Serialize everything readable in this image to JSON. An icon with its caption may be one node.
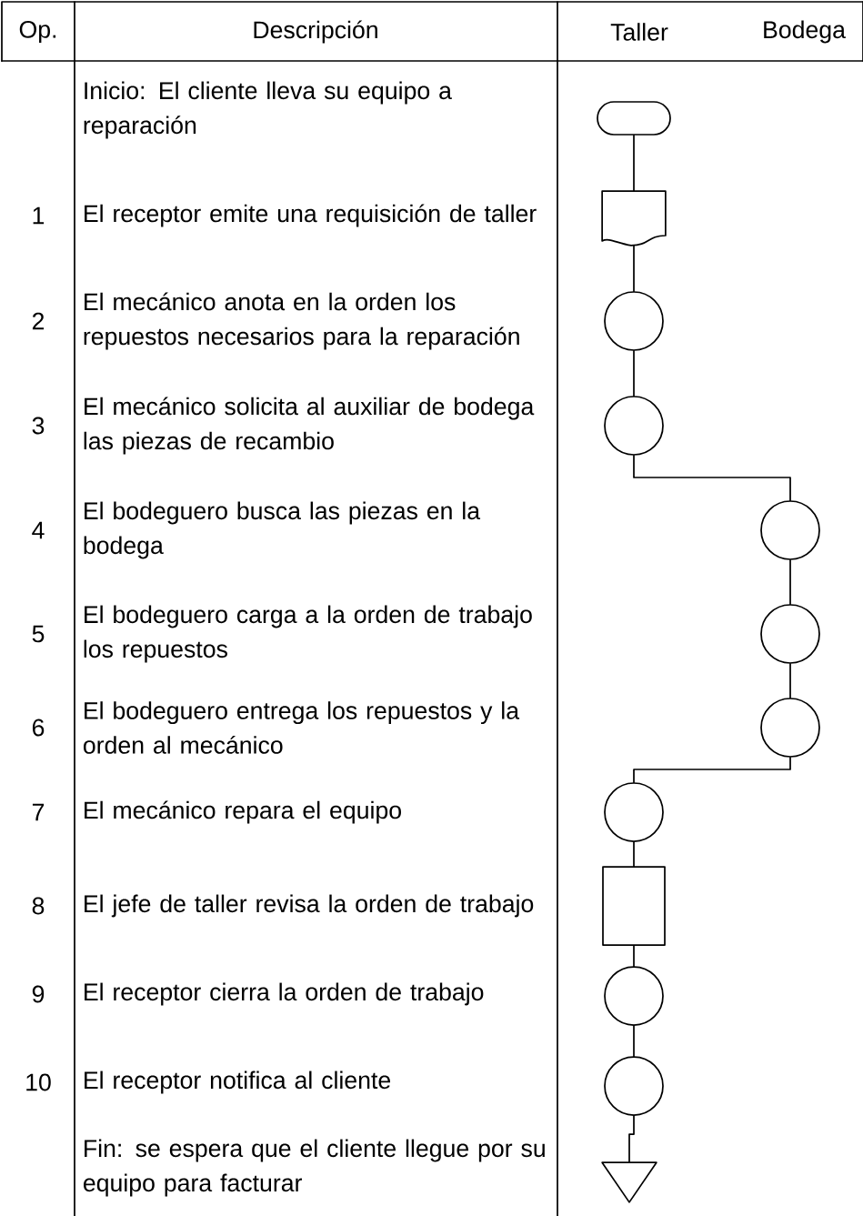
{
  "diagram": {
    "nodes": [
      {
        "text": [],
        "shape": "oval"
      },
      {
        "text": [],
        "shape": "document"
      },
      {
        "text": [],
        "shape": "circle"
      },
      {
        "text": [],
        "shape": "circle"
      },
      {
        "text": [],
        "shape": "circle"
      },
      {
        "text": [],
        "shape": "circle"
      },
      {
        "text": [],
        "shape": "circle"
      },
      {
        "text": [],
        "shape": "circle"
      },
      {
        "text": [],
        "shape": "box"
      },
      {
        "text": [],
        "shape": "circle"
      },
      {
        "text": [],
        "shape": "circle"
      },
      {
        "text": [],
        "shape": "triangle"
      }
    ],
    "edges": [
      {
        "from": 0,
        "to": 1,
        "arrow": "none"
      },
      {
        "from": 1,
        "to": 2,
        "arrow": "none"
      },
      {
        "from": 2,
        "to": 3,
        "arrow": "none"
      },
      {
        "from": 3,
        "to": 4,
        "arrow": "none"
      },
      {
        "from": 4,
        "to": 5,
        "arrow": "none"
      },
      {
        "from": 5,
        "to": 6,
        "arrow": "none"
      },
      {
        "from": 6,
        "to": 7,
        "arrow": "none"
      },
      {
        "from": 7,
        "to": 8,
        "arrow": "none"
      },
      {
        "from": 8,
        "to": 9,
        "arrow": "none"
      },
      {
        "from": 9,
        "to": 10,
        "arrow": "none"
      },
      {
        "from": 10,
        "to": 11,
        "arrow": "none"
      }
    ],
    "labels": [
      "Op.",
      "Descripción",
      "Taller",
      "Bodega",
      "Inicio: El cliente lleva su equipo a reparación",
      "1",
      "El receptor emite una requisición de taller",
      "2",
      "El mecánico anota en la orden los repuestos necesarios para la reparación",
      "3",
      "El mecánico solicita al auxiliar de bodega las piezas de recambio",
      "4",
      "El bodeguero busca las piezas en la bodega",
      "5",
      "El bodeguero carga a la orden de trabajo los repuestos",
      "6",
      "El bodeguero entrega los repuestos y la orden al mecánico",
      "7",
      "El mecánico repara el equipo",
      "8",
      "El jefe de taller revisa la orden de trabajo",
      "9",
      "El receptor cierra la orden de trabajo",
      "10",
      "El receptor notifica al cliente",
      "Fin: se espera que el cliente llegue por su equipo para facturar"
    ]
  }
}
